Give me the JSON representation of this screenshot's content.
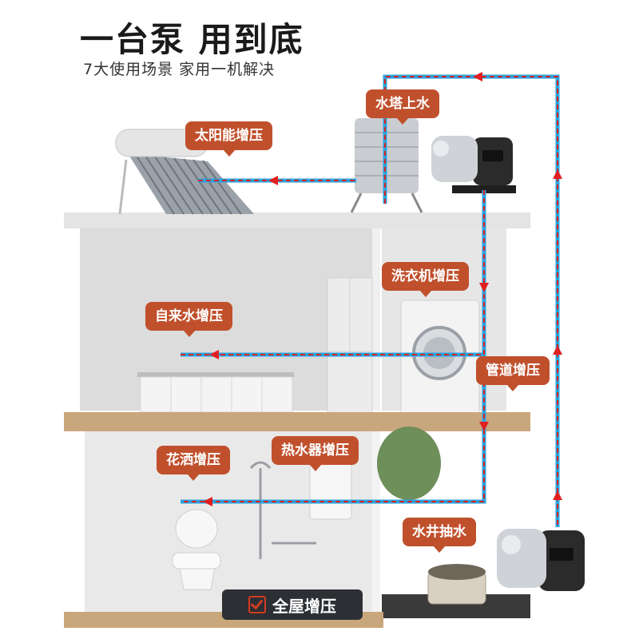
{
  "header": {
    "title": "一台泵 用到底",
    "subtitle": "7大使用场景 家用一机解决"
  },
  "scenarios": {
    "water_tower": "水塔上水",
    "solar": "太阳能增压",
    "washer": "洗衣机增压",
    "tap": "自来水增压",
    "pipe": "管道增压",
    "shower": "花洒增压",
    "heater": "热水器增压",
    "well": "水井抽水"
  },
  "badge": {
    "label": "全屋增压"
  },
  "colors": {
    "tag": "#c0502c",
    "pipe": "#2aa3e0",
    "arrow": "#e02020",
    "badge": "#2c2f33"
  }
}
